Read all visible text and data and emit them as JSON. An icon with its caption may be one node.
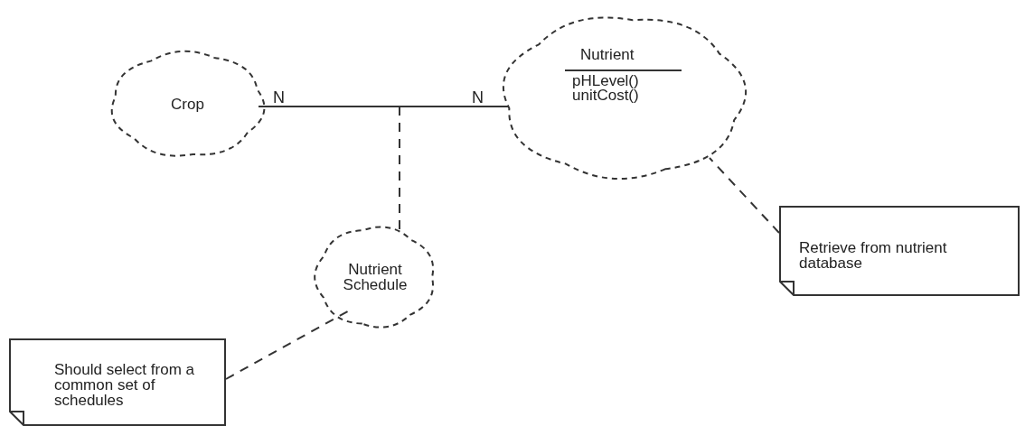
{
  "diagram": {
    "nodes": [
      {
        "text": [
          "Crop"
        ]
      },
      {
        "text": [
          "Nutrient",
          "pHLevel()",
          "unitCost()"
        ]
      },
      {
        "text": [
          "Nutrient Schedule"
        ]
      },
      {
        "text": [
          "Retrieve from nutrient database"
        ]
      },
      {
        "text": [
          "Should select from a common set of schedules"
        ]
      }
    ],
    "edges": [
      {
        "from": 0,
        "to": 1,
        "arrow": "none"
      },
      {
        "from": null,
        "to": 2,
        "arrow": "none",
        "style": "dashed"
      },
      {
        "from": 3,
        "to": 1,
        "arrow": "none",
        "style": "dashed"
      },
      {
        "from": 4,
        "to": 2,
        "arrow": "none",
        "style": "dashed"
      }
    ],
    "labels": [
      "N",
      "N"
    ]
  }
}
